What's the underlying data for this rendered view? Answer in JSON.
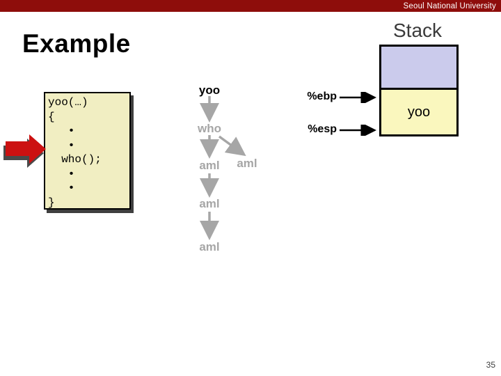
{
  "slide": {
    "institution": "Seoul National University",
    "title": "Example",
    "page_number": "35"
  },
  "code_box": {
    "lines": [
      "yoo(…)",
      "{",
      "   •",
      "   •",
      "  who();",
      "   •",
      "   •",
      "}"
    ]
  },
  "call_tree": {
    "root": "yoo",
    "level_1": "who",
    "level_2_left": "aml",
    "level_2_right": "aml",
    "level_3": "aml",
    "level_4": "aml"
  },
  "stack": {
    "heading": "Stack",
    "frame_label": "yoo",
    "registers": {
      "ebp": "%ebp",
      "esp": "%esp"
    }
  },
  "colors": {
    "header_bar": "#8E0D0B",
    "code_box_fill": "#F1EEC2",
    "stack_upper_fill": "#CBCBEC",
    "stack_frame_fill": "#FAF7BE",
    "arrow_red": "#CC1111",
    "arrow_shadow": "#4A4A4A",
    "tree_gray": "#A6A6A6"
  }
}
